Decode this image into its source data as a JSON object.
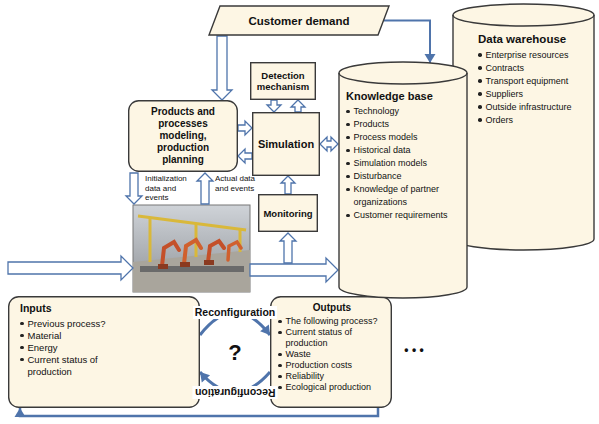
{
  "diagram": {
    "nodes": [
      {
        "text": [
          "Customer demand"
        ]
      },
      {
        "text": [
          "Detection mechanism"
        ]
      },
      {
        "text": [
          "Products and processes modeling, production planning"
        ]
      },
      {
        "text": [
          "Simulation"
        ]
      },
      {
        "text": [
          "Monitoring"
        ]
      },
      {
        "text": [
          "Knowledge base",
          "Technology",
          "Products",
          "Process models",
          "Historical data",
          "Simulation models",
          "Disturbance",
          "Knowledge of partner organizations",
          "Customer requirements"
        ]
      },
      {
        "text": [
          "Data warehouse",
          "Enterprise resources",
          "Contracts",
          "Transport equipment",
          "Suppliers",
          "Outside infrastructure",
          "Orders"
        ]
      },
      {
        "text": [
          "Inputs",
          "Previous process?",
          "Material",
          "Energy",
          "Current status of production"
        ]
      },
      {
        "text": [
          "Outputs",
          "The following process?",
          "Current status of production",
          "Waste",
          "Production costs",
          "Reliability",
          "Ecological production"
        ]
      }
    ],
    "edges": [
      {
        "from": 0,
        "to": 2,
        "arrow": "to"
      },
      {
        "from": 0,
        "to": 5,
        "arrow": "to"
      },
      {
        "from": 2,
        "to": 3,
        "arrow": "to"
      },
      {
        "from": 3,
        "to": 2,
        "arrow": "to"
      },
      {
        "from": 1,
        "to": 3,
        "arrow": "to"
      },
      {
        "from": 3,
        "to": 1,
        "arrow": "to"
      },
      {
        "from": 4,
        "to": 3,
        "arrow": "to"
      },
      {
        "from": 3,
        "to": 5,
        "arrow": "both"
      },
      {
        "from": 7,
        "to": 8,
        "label": "Reconfiguration",
        "arrow": "to"
      },
      {
        "from": 8,
        "to": 7,
        "label": "Reconfiguration",
        "arrow": "to"
      },
      {
        "from": 8,
        "to": 7,
        "arrow": "to"
      }
    ],
    "labels": [
      "Initialization data and events",
      "Actual data and events",
      "?",
      "• • •"
    ]
  }
}
